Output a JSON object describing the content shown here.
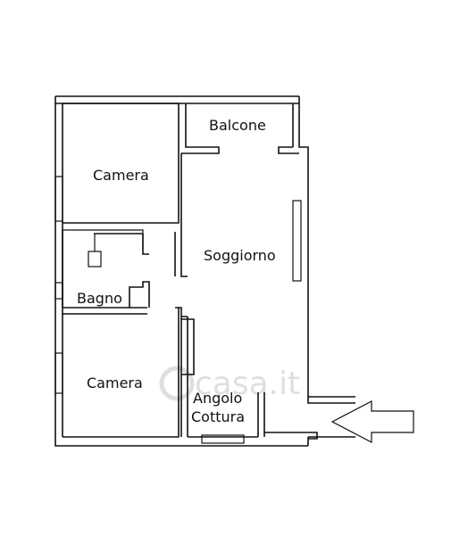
{
  "rooms": {
    "camera_top": "Camera",
    "balcone": "Balcone",
    "soggiorno": "Soggiorno",
    "bagno": "Bagno",
    "camera_bottom": "Camera",
    "angolo_line1": "Angolo",
    "angolo_line2": "Cottura"
  },
  "watermark": "casa.it",
  "entrance": "entrance-arrow"
}
